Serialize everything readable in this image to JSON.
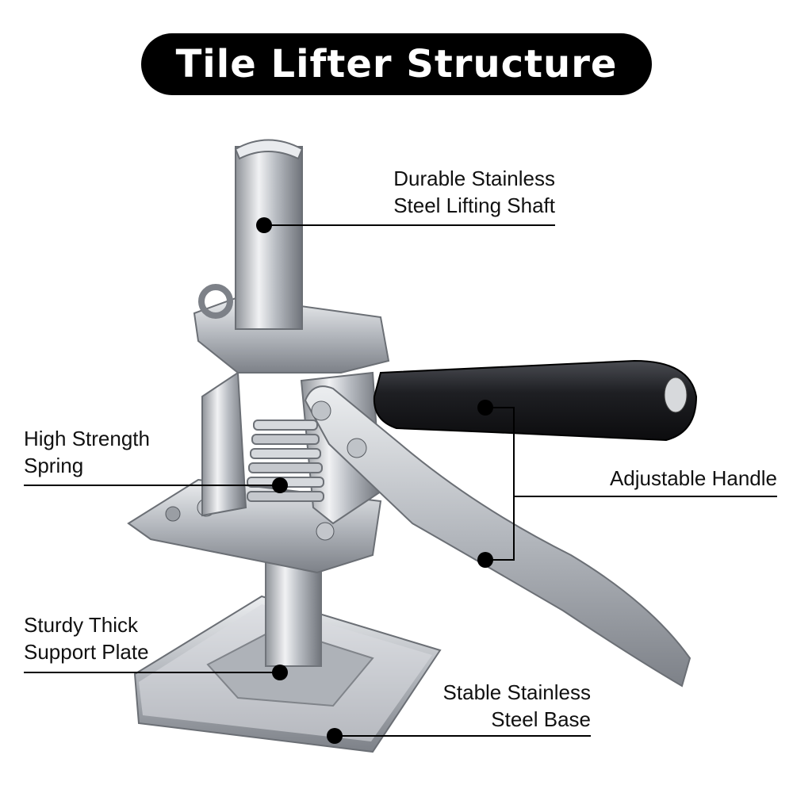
{
  "title": "Tile Lifter Structure",
  "callouts": {
    "shaft": [
      "Durable Stainless",
      "Steel Lifting Shaft"
    ],
    "spring": [
      "High Strength",
      "Spring"
    ],
    "handle": [
      "Adjustable Handle"
    ],
    "plate": [
      "Sturdy Thick",
      "Support Plate"
    ],
    "base": [
      "Stable Stainless",
      "Steel Base"
    ]
  },
  "colors": {
    "pill": "#000000",
    "steel": "#c9ccd1",
    "handle": "#1b1c1f",
    "line": "#000000"
  }
}
